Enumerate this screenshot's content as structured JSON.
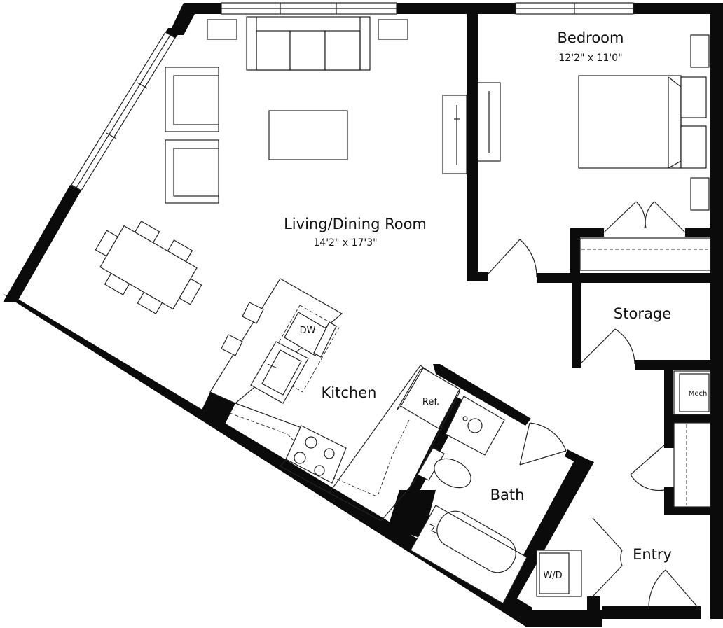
{
  "rooms": {
    "living": {
      "name": "Living/Dining Room",
      "dims": "14'2\" x 17'3\""
    },
    "bedroom": {
      "name": "Bedroom",
      "dims": "12'2\" x 11'0\""
    },
    "kitchen": {
      "name": "Kitchen"
    },
    "storage": {
      "name": "Storage"
    },
    "bath": {
      "name": "Bath"
    },
    "entry": {
      "name": "Entry"
    }
  },
  "fixtures": {
    "dishwasher": "DW",
    "refrigerator": "Ref.",
    "mechanical": "Mech",
    "washer_dryer": "W/D"
  }
}
